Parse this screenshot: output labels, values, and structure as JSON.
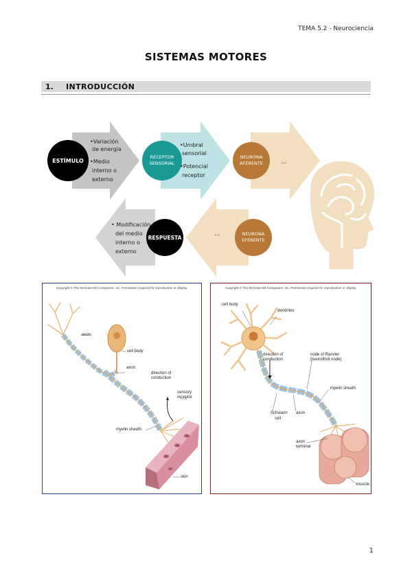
{
  "header": {
    "topic": "TEMA 5.2 - Neurociencia"
  },
  "page": {
    "title": "SISTEMAS MOTORES",
    "number": "1"
  },
  "section": {
    "number": "1.",
    "title": "INTRODUCCIÓN"
  },
  "flow": {
    "estimulo": {
      "circle": "ESTÍMULO",
      "bullets": [
        "•Variación",
        "de energía",
        "•Medio",
        "interno o",
        "externo"
      ]
    },
    "receptor": {
      "circle_line1": "RECEPTOR",
      "circle_line2": "SENSORIAL",
      "bullets": [
        "•Umbral",
        "sensorial",
        "•Potencial",
        "receptor"
      ]
    },
    "aferente": {
      "circle_line1": "NEURONA",
      "circle_line2": "AFERENTE",
      "ellipsis": "..."
    },
    "respuesta": {
      "circle": "RESPUESTA",
      "bullets": [
        "• Modificación",
        "del medio",
        "interno o",
        "externo"
      ]
    },
    "eferente": {
      "circle_line1": "NEURONA",
      "circle_line2": "EFERENTE",
      "ellipsis": "..."
    },
    "colors": {
      "gray": "#c4c4c4",
      "teal": "#1a9a93",
      "teal_light": "#bfe3e4",
      "brown": "#b87938",
      "peach": "#f2dfc1",
      "black": "#000000"
    }
  },
  "figures": {
    "sensory": {
      "copyright": "Copyright © The McGraw-Hill Companies, Inc. Permission required for reproduction or display.",
      "labels": {
        "axon_top": "axon",
        "cell_body": "cell body",
        "axon_mid": "axon",
        "direction": "direction of",
        "conduction": "conduction",
        "sensory": "sensory",
        "receptor": "receptor",
        "myelin": "myelin sheath",
        "skin": "skin"
      }
    },
    "motor": {
      "copyright": "Copyright © The McGraw-Hill Companies, Inc. Permission required for reproduction or display.",
      "labels": {
        "cell_body": "cell body",
        "dendrites": "dendrites",
        "direction": "direction of",
        "conduction": "conduction",
        "node": "node of Ranvier",
        "node_alt": "(neurofibril node)",
        "myelin": "myelin sheath",
        "schwann1": "Schwann",
        "schwann2": "cell",
        "axon": "axon",
        "axon_terminal1": "axon",
        "axon_terminal2": "terminal",
        "muscle": "muscle"
      }
    }
  }
}
